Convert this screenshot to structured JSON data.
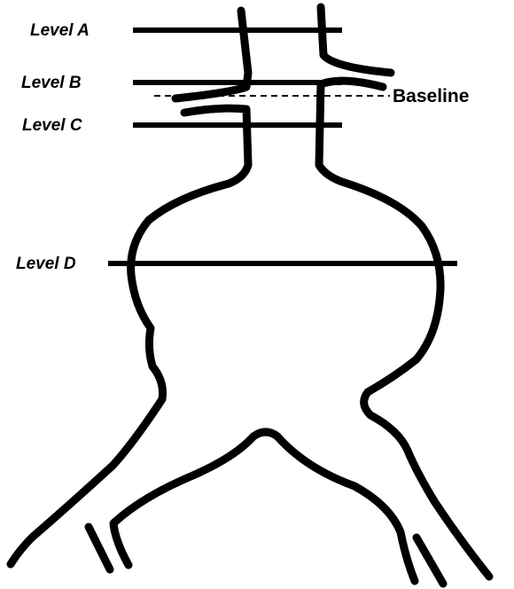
{
  "levels": {
    "a": "Level A",
    "b": "Level B",
    "c": "Level C",
    "d": "Level D"
  },
  "baseline": "Baseline",
  "colors": {
    "ink": "#000000",
    "background": "#ffffff"
  }
}
